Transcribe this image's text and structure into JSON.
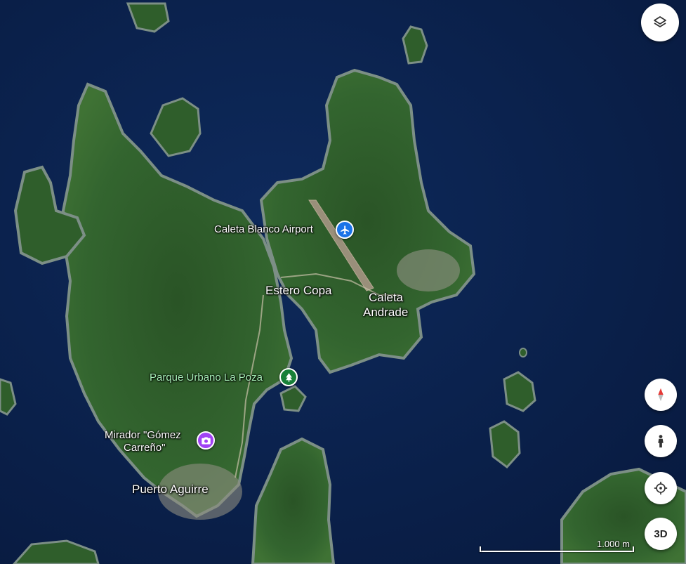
{
  "map": {
    "view": "satellite",
    "colors": {
      "water": "#0b1f4a",
      "forest": "#2f5e2b",
      "shore": "#7c8f86",
      "airport_pin": "#1a73e8",
      "park_pin": "#188038",
      "viewpoint_pin": "#a142f4"
    },
    "places": {
      "airport": "Caleta Blanco Airport",
      "estero": "Estero Copa",
      "caleta_line1": "Caleta",
      "caleta_line2": "Andrade",
      "park": "Parque Urbano La Poza",
      "mirador_line1": "Mirador \"Gómez",
      "mirador_line2": "Carreño\"",
      "puerto": "Puerto Aguirre"
    },
    "pins": {
      "airport_icon": "airplane-icon",
      "park_icon": "tree-icon",
      "viewpoint_icon": "camera-icon"
    },
    "controls": {
      "layers_icon": "layers-icon",
      "compass_icon": "compass-icon",
      "street_view_icon": "pegman-icon",
      "location_icon": "my-location-icon",
      "three_d_label": "3D"
    },
    "scale": {
      "label": "1.000 m"
    }
  }
}
